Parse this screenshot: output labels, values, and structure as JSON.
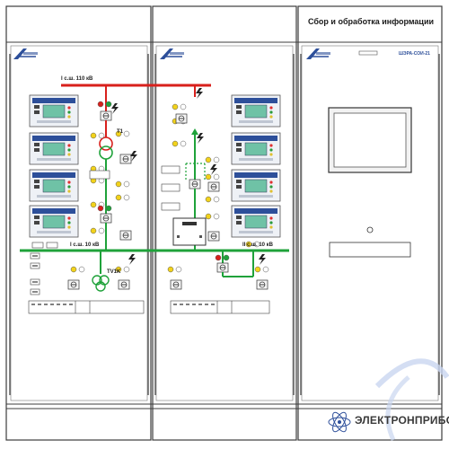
{
  "panel3": {
    "title": "Сбор и обработка информации",
    "model": "ШЭРА-СОИ-21"
  },
  "scheme": {
    "bus_110": "I с.ш. 110 кВ",
    "bus_10_1": "I с.ш. 10 кВ",
    "bus_10_2": "II с.ш. 10 кВ",
    "transformer": "T1",
    "aux_transformer": "TV1K"
  },
  "watermark": {
    "brand": "ЭЛЕКТРОНПРИБОР"
  },
  "colors": {
    "bus_110": "#d8201c",
    "bus_10": "#1fa23a",
    "cabinet_border": "#3c3c3c",
    "relay_blue": "#2d4f9a",
    "relay_screen": "#6fc2a6"
  }
}
